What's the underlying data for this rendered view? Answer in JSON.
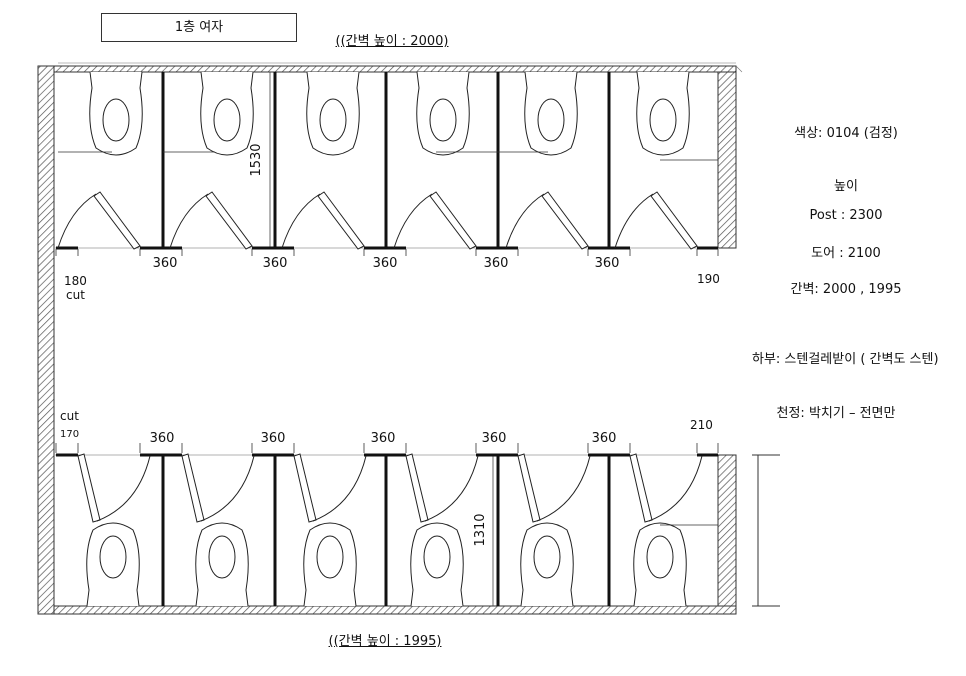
{
  "title": "1층 여자",
  "top_partition_height": "((간벽 높이 : 2000)",
  "bottom_partition_height": "((간벽 높이 : 1995)",
  "specs": {
    "color": "색상: 0104 (검정)",
    "height_heading": "높이",
    "post": "Post : 2300",
    "door": "도어 : 2100",
    "partition": "간벽: 2000 , 1995",
    "bottom": "하부: 스텐걸레받이 ( 간벽도 스텐)",
    "ceiling": "천정: 박치기 – 전면만"
  },
  "dims": {
    "stall_depth_top": "1530",
    "stall_depth_bottom": "1310",
    "door_gap": "360",
    "top_left_end": "180",
    "top_left_cut": "cut",
    "top_right_end": "190",
    "bottom_left_cut": "cut",
    "bottom_left_end": "170",
    "bottom_right_end": "210"
  },
  "top_stalls": 6,
  "bottom_stalls": 6
}
